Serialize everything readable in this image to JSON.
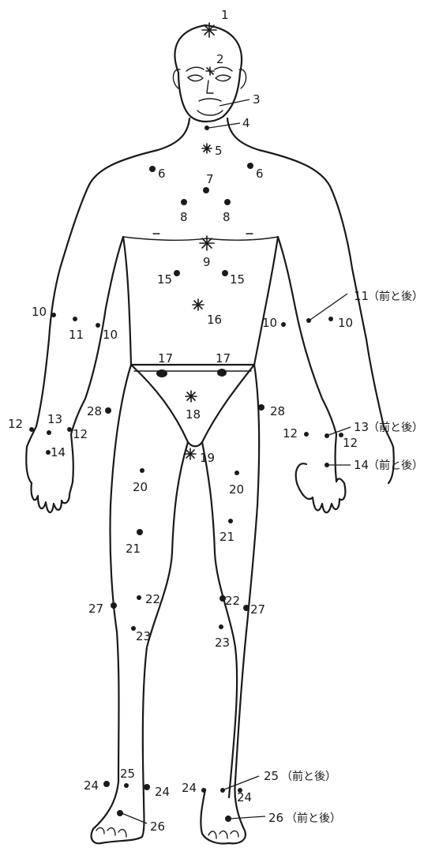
{
  "note_front_back": "（前と後）",
  "labels": {
    "p1": "1",
    "p2": "2",
    "p3": "3",
    "p4": "4",
    "p5": "5",
    "p6": "6",
    "p7": "7",
    "p8": "8",
    "p9": "9",
    "p10": "10",
    "p11": "11",
    "p12": "12",
    "p13": "13",
    "p14": "14",
    "p15": "15",
    "p16": "16",
    "p17": "17",
    "p18": "18",
    "p19": "19",
    "p20": "20",
    "p21": "21",
    "p22": "22",
    "p23": "23",
    "p24": "24",
    "p25": "25",
    "p26": "26",
    "p27": "27",
    "p28": "28"
  }
}
